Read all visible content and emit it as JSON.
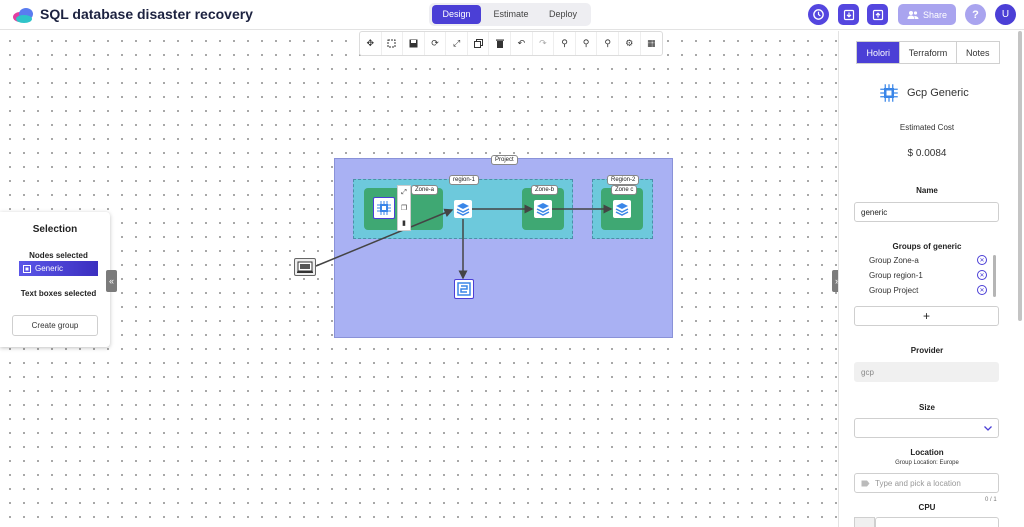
{
  "header": {
    "title": "SQL database disaster recovery",
    "mode_tabs": [
      {
        "label": "Design",
        "active": true
      },
      {
        "label": "Estimate",
        "active": false
      },
      {
        "label": "Deploy",
        "active": false
      }
    ],
    "share_label": "Share",
    "help_label": "?",
    "avatar_letter": "U"
  },
  "selection": {
    "title": "Selection",
    "nodes_label": "Nodes selected",
    "selected_node": "Generic",
    "text_boxes_label": "Text boxes selected",
    "create_group": "Create group"
  },
  "diagram": {
    "project_label": "Project",
    "region1_label": "region-1",
    "region2_label": "Region-2",
    "zone_a_label": "Zone-a",
    "zone_b_label": "Zone-b",
    "zone_c_label": "Zone c"
  },
  "panel": {
    "tabs": [
      {
        "label": "Holori",
        "active": true
      },
      {
        "label": "Terraform",
        "active": false
      },
      {
        "label": "Notes",
        "active": false
      }
    ],
    "resource_title": "Gcp Generic",
    "estimated_cost_label": "Estimated Cost",
    "estimated_cost_value": "$ 0.0084",
    "name_label": "Name",
    "name_value": "generic",
    "groups_label": "Groups of generic",
    "groups": [
      "Group Zone-a",
      "Group region-1",
      "Group Project"
    ],
    "add_label": "+",
    "provider_label": "Provider",
    "provider_value": "gcp",
    "size_label": "Size",
    "location_label": "Location",
    "location_sub": "Group Location: Europe",
    "location_placeholder": "Type and pick a location",
    "location_counter": "0 / 1",
    "cpu_label": "CPU"
  },
  "colors": {
    "accent": "#4b3fd6",
    "project_fill": "#a9b1f3",
    "region_fill": "#6dc9dc",
    "zone_fill": "#3fa873"
  }
}
